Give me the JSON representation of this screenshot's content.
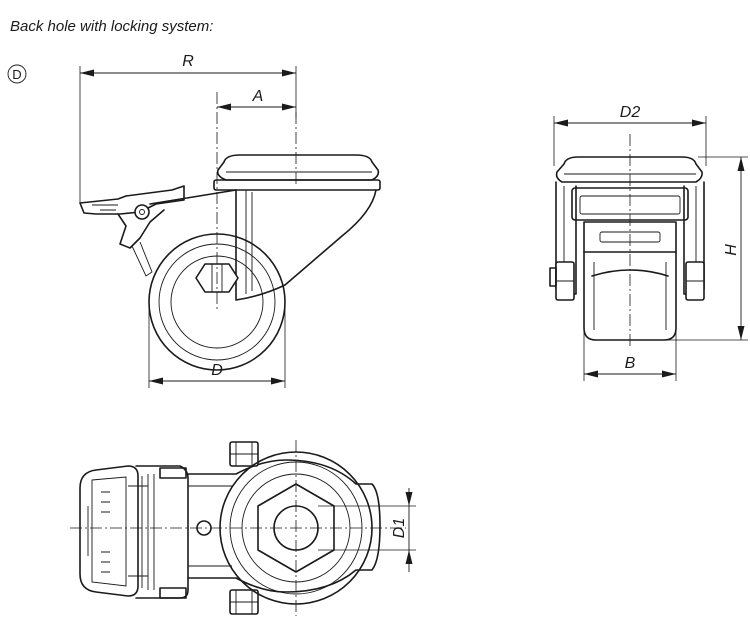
{
  "title": "Back hole with locking system:",
  "variant_label": "D",
  "dimensions": {
    "R": "R",
    "A": "A",
    "D": "D",
    "D2": "D2",
    "H": "H",
    "B": "B",
    "D1": "D1"
  },
  "colors": {
    "line": "#1a1a1a",
    "background": "#ffffff"
  }
}
